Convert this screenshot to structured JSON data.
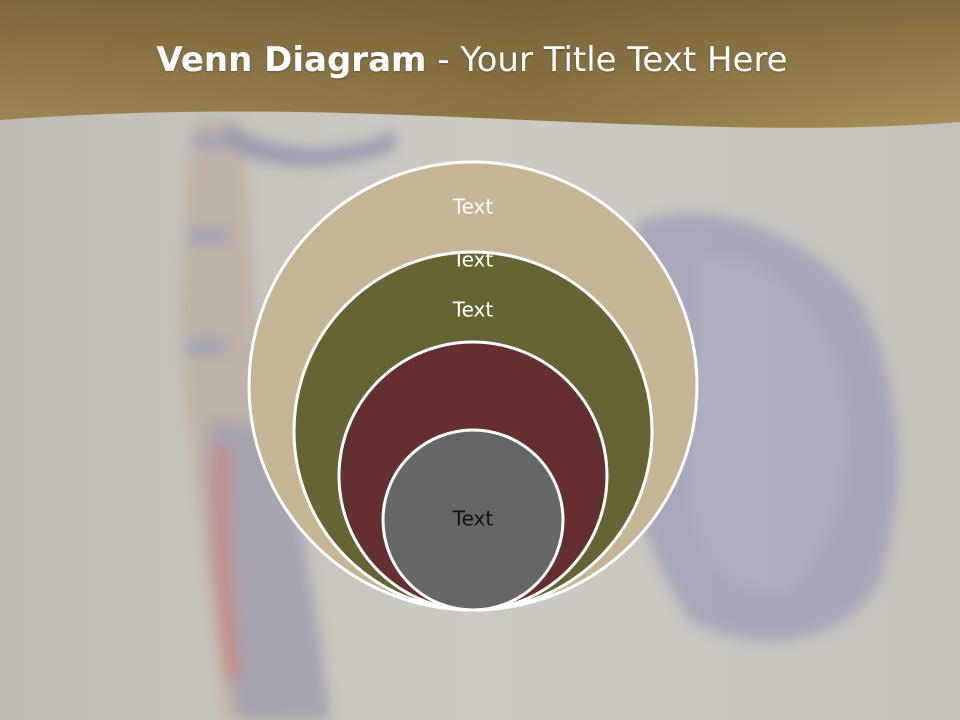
{
  "slide": {
    "title_bold": "Venn Diagram",
    "title_rest": " - Your Title Text Here"
  },
  "colors": {
    "header_dark": "#6e5a35",
    "header_light": "#a88f5c",
    "slide_bg": "#c9c6bf",
    "ring_stroke": "#ffffff"
  },
  "venn": {
    "circles": [
      {
        "label": "Text",
        "fill": "#c6b592",
        "text_color": "#ffffff"
      },
      {
        "label": "Text",
        "fill": "#666433",
        "text_color": "#ffffff"
      },
      {
        "label": "Text",
        "fill": "#652f30",
        "text_color": "#ffffff"
      },
      {
        "label": "Text",
        "fill": "#666666",
        "text_color": "#111111"
      }
    ]
  }
}
